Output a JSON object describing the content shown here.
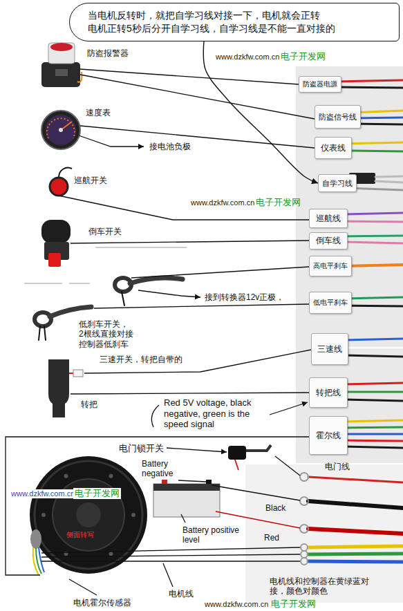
{
  "diagram": {
    "nodes": [
      {
        "text": [
          "当电机反转时，就把自学习线对接一下，电机就会正转",
          "电机正转5秒后分开自学习线，自学习线是不能一直对接的"
        ]
      },
      {
        "text": [
          "防盗器电源"
        ]
      },
      {
        "text": [
          "防盗信号线"
        ]
      },
      {
        "text": [
          "仪表线"
        ]
      },
      {
        "text": [
          "自学习线"
        ]
      },
      {
        "text": [
          "巡航线"
        ]
      },
      {
        "text": [
          "倒车线"
        ]
      },
      {
        "text": [
          "高电平刹车"
        ]
      },
      {
        "text": [
          "低电平刹车"
        ]
      },
      {
        "text": [
          "三速线"
        ]
      },
      {
        "text": [
          "转把线"
        ]
      },
      {
        "text": [
          "霍尔线"
        ]
      }
    ],
    "edges": [
      {
        "from": 0,
        "to": 4,
        "arrow": "to"
      }
    ],
    "labels": [
      "防盗报警器",
      "www.dzkfw.com.cn",
      "电子开发网",
      "速度表",
      "接电池负极",
      "巡航开关",
      "www.dzkfw.com.cn",
      "电子开发网",
      "倒车开关",
      "接到转换器12v正极，",
      "低刹车开关， 2根线直接对接 控制器低刹车",
      "三速开关，转把自带的",
      "转把",
      "Red 5V voltage, black negative, green is the speed signal",
      "www.dzkfw.com.cn",
      "电子开发网",
      "电门锁开关",
      "Battery negative",
      "电门线",
      "Black",
      "Red",
      "Battery positive level",
      "侧面转写",
      "电机线和控制器在黄绿蓝对 接，颜色对颜色",
      "电机线",
      "电机霍尔传感器",
      "www.dzkfw.com.cn",
      "电子开发网"
    ]
  }
}
